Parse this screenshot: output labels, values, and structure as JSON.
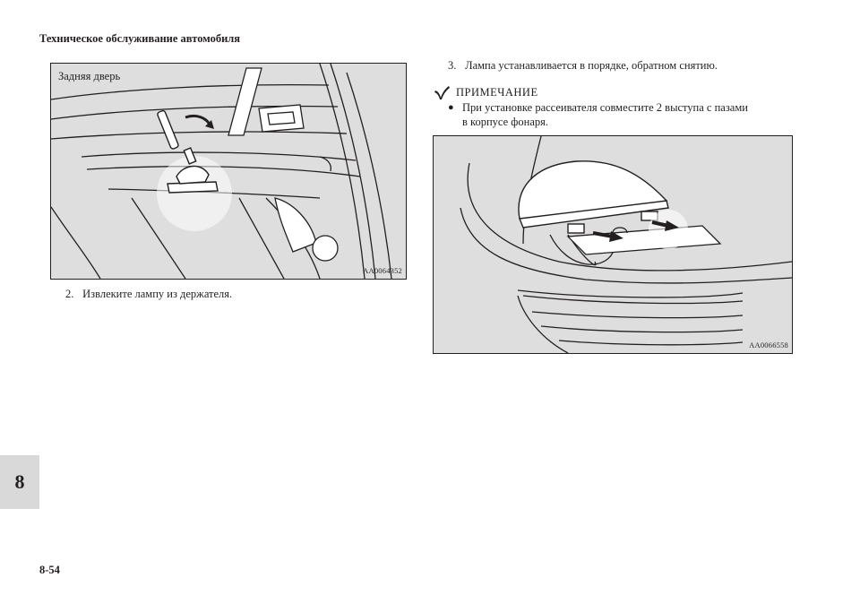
{
  "header": {
    "title": "Техническое обслуживание автомобиля"
  },
  "footer": {
    "page_number": "8-54",
    "chapter_tab": "8"
  },
  "figure_left": {
    "label": "Задняя дверь",
    "code": "AA0064352"
  },
  "figure_right": {
    "code": "AA0066558"
  },
  "steps": [
    {
      "number": "2.",
      "text": "Извлеките лампу из держателя."
    },
    {
      "number": "3.",
      "text": "Лампа устанавливается в порядке, обратном снятию."
    }
  ],
  "note": {
    "heading": "ПРИМЕЧАНИЕ",
    "icon": "note-check-icon",
    "bullet": "●",
    "lines": [
      "При установке рассеивателя совместите 2 выступа с пазами",
      "в корпусе фонаря."
    ]
  },
  "colors": {
    "ink": "#231f20",
    "figure_bg": "#dedede",
    "tab_bg": "#d9d9d9"
  }
}
